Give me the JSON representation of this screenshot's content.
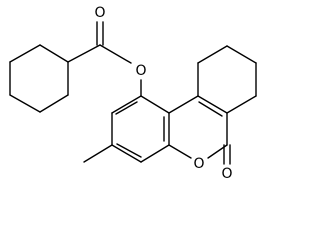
{
  "molecule": {
    "atom_labels": {
      "ester_carbonyl_oxygen": "O",
      "ester_link_oxygen": "O",
      "ring_oxygen": "O",
      "lactone_carbonyl_oxygen": "O"
    },
    "line_color": "#000000"
  }
}
